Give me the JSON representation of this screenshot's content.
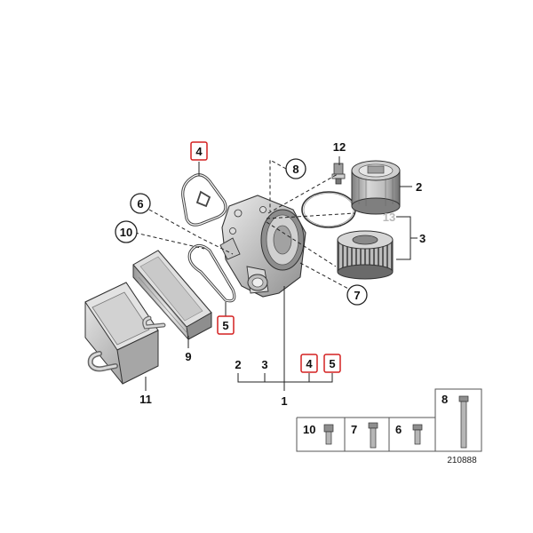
{
  "diagram": {
    "labels": {
      "p12": "12",
      "p2": "2",
      "p13": "13",
      "p3": "3",
      "p7": "7",
      "p8": "8",
      "p4_top": "4",
      "p6": "6",
      "p10": "10",
      "p5_left": "5",
      "p9": "9",
      "p11": "11",
      "p1": "1",
      "group_2": "2",
      "group_3": "3",
      "group_4": "4",
      "group_5": "5",
      "box_8": "8",
      "box_10": "10",
      "box_7": "7",
      "box_6": "6"
    },
    "reference_number": "210888",
    "colors": {
      "highlight": "#d42020",
      "line": "#222222",
      "part_grey": "#b0b0b0",
      "faded_label": "#b9b9b9"
    }
  }
}
